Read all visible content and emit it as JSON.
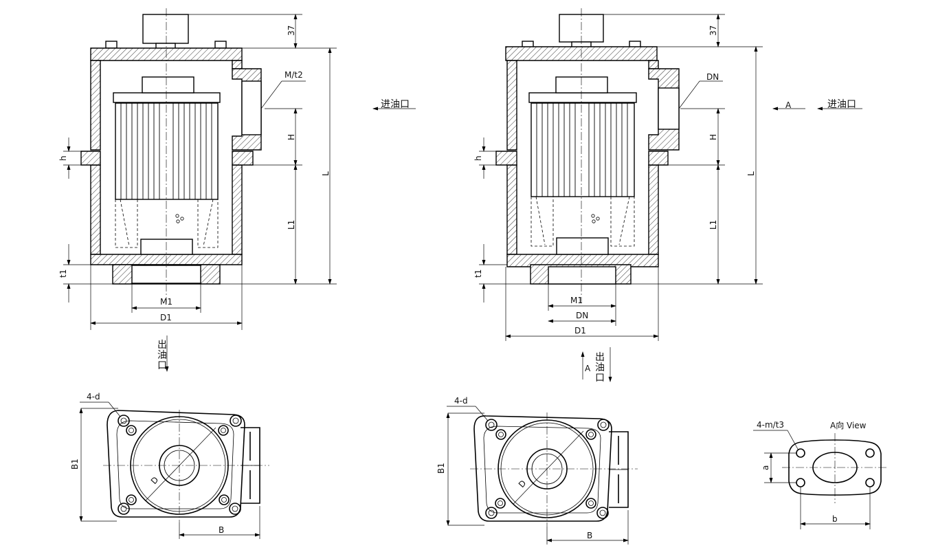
{
  "left_section": {
    "dimensions": {
      "top_height": "37",
      "inlet_thread": "M/t2",
      "inlet_height": "H",
      "overall_length": "L",
      "flange_thickness": "h",
      "lower_length": "L1",
      "base_thickness": "t1",
      "outlet_thread": "M1",
      "body_diameter": "D1"
    },
    "inlet_label": "进油口",
    "outlet_label": "出油口"
  },
  "right_section": {
    "dimensions": {
      "top_height": "37",
      "inlet_size": "DN",
      "inlet_height": "H",
      "overall_length": "L",
      "flange_thickness": "h",
      "lower_length": "L1",
      "base_thickness": "t1",
      "outlet_thread": "M1",
      "outlet_size": "DN",
      "body_diameter": "D1"
    },
    "view_arrow_label": "A",
    "inlet_label": "进油口",
    "outlet_arrow_label": "A",
    "outlet_label": "出油口"
  },
  "left_plan": {
    "holes_label": "4-d",
    "height_label": "B1",
    "diameter_label": "D",
    "width_label": "B"
  },
  "middle_plan": {
    "holes_label": "4-d",
    "height_label": "B1",
    "diameter_label": "D",
    "width_label": "B"
  },
  "flange_view": {
    "title": "A向 View",
    "holes_label": "4-m/t3",
    "spacing_a": "a",
    "spacing_b": "b"
  }
}
